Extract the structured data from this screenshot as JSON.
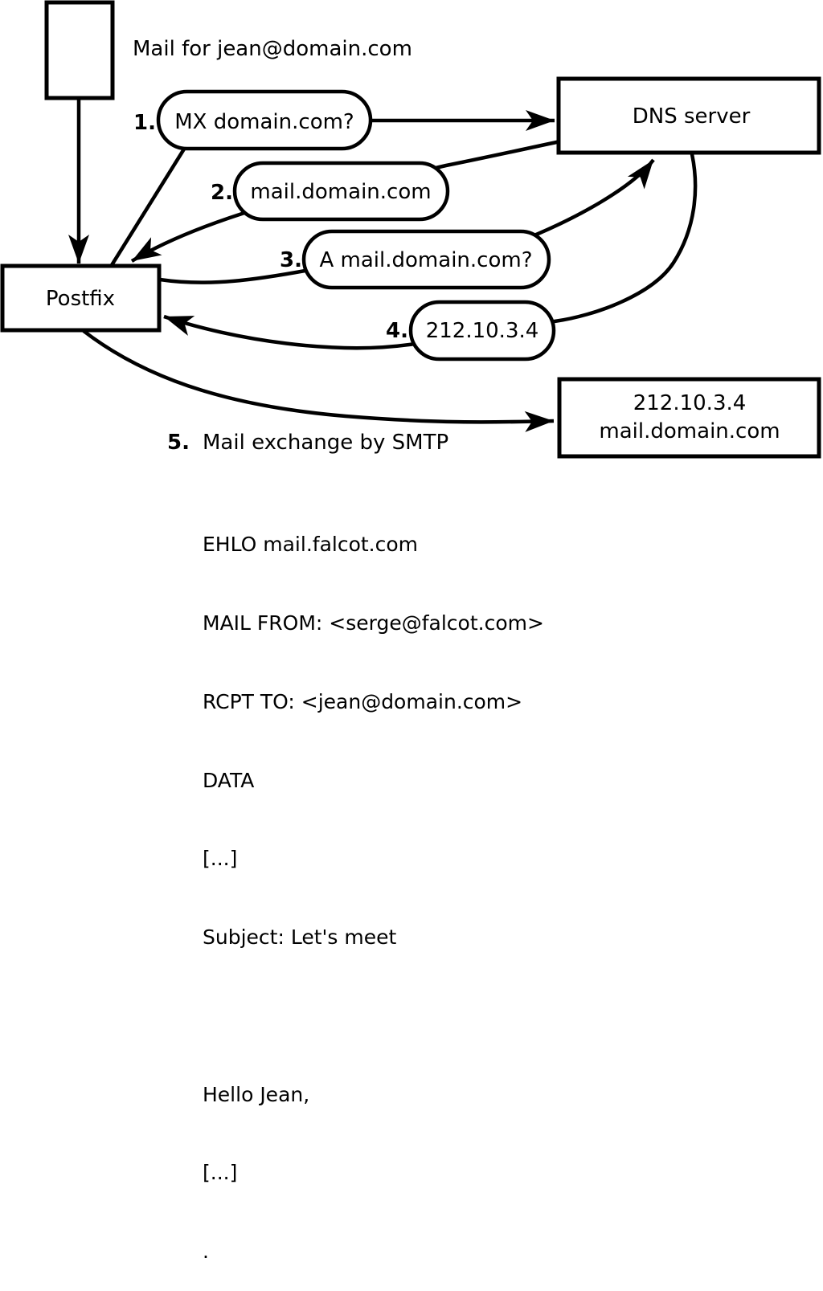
{
  "diagram": {
    "title_label": "Mail for jean@domain.com",
    "nodes": {
      "postfix": "Postfix",
      "dns_server": "DNS server",
      "mail_server_line1": "212.10.3.4",
      "mail_server_line2": "mail.domain.com"
    },
    "steps": [
      {
        "number": "1.",
        "text": "MX domain.com?"
      },
      {
        "number": "2.",
        "text": "mail.domain.com"
      },
      {
        "number": "3.",
        "text": "A mail.domain.com?"
      },
      {
        "number": "4.",
        "text": "212.10.3.4"
      },
      {
        "number": "5.",
        "text": "Mail exchange by SMTP"
      }
    ],
    "smtp_session": {
      "lines": [
        "EHLO mail.falcot.com",
        "MAIL FROM: <serge@falcot.com>",
        "RCPT TO: <jean@domain.com>",
        "DATA",
        "[...]",
        "Subject: Let's meet",
        "",
        "Hello Jean,",
        "[...]",
        "."
      ]
    },
    "colors": {
      "foreground": "#000000",
      "background": "#ffffff"
    }
  }
}
